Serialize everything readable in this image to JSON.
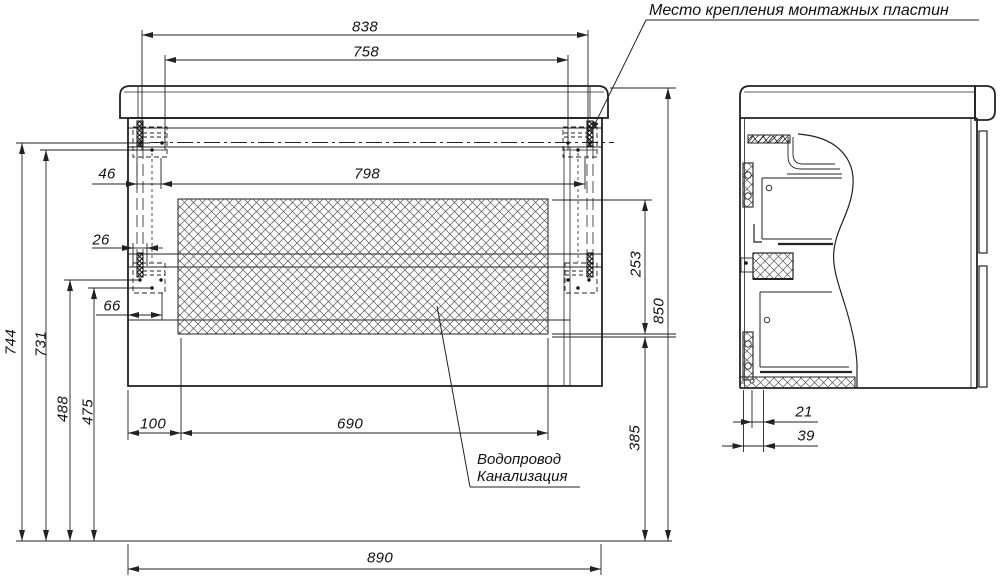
{
  "annotations": {
    "mounting_plates": "Место крепления монтажных пластин",
    "plumbing_line1": "Водопровод",
    "plumbing_line2": "Канализация"
  },
  "dims": {
    "d838": "838",
    "d758": "758",
    "d798": "798",
    "d46": "46",
    "d26": "26",
    "d66": "66",
    "d100": "100",
    "d690": "690",
    "d890": "890",
    "d744": "744",
    "d731": "731",
    "d488": "488",
    "d475": "475",
    "d253": "253",
    "d850": "850",
    "d385": "385",
    "d21": "21",
    "d39": "39"
  },
  "colors": {
    "line": "#222222",
    "background": "#ffffff"
  }
}
